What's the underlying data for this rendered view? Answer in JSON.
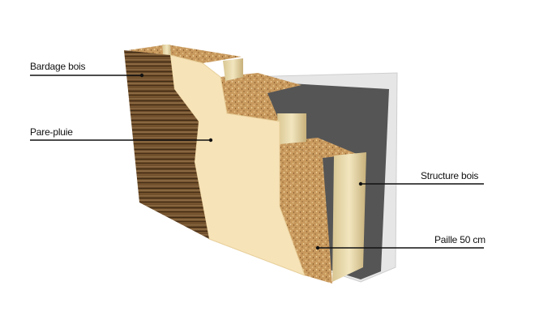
{
  "labels": {
    "bardage": "Bardage bois",
    "pare_pluie": "Pare-pluie",
    "structure": "Structure bois",
    "paille": "Paille 50 cm"
  },
  "colors": {
    "back_panel": "#e6e6e6",
    "dark_panel": "#555555",
    "pare_pluie": "#f7e3b8",
    "straw": "#c99a5e",
    "wood_post": "#e8d8a8",
    "cladding": "#6a4a28",
    "leader": "#111111"
  }
}
